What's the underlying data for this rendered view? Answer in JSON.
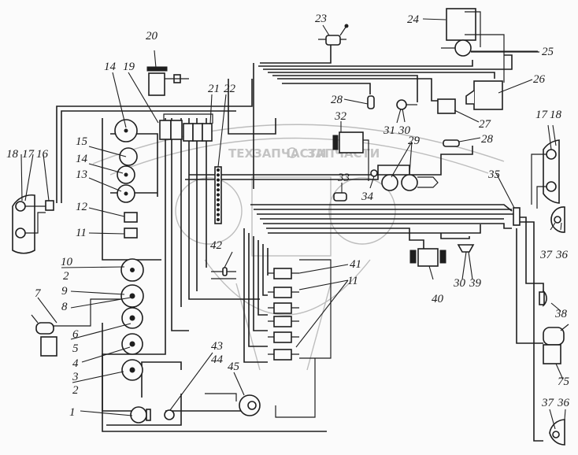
{
  "diagram": {
    "type": "electrical-wiring-schematic",
    "watermark": {
      "logo_text": "ЗПФ",
      "text_left": "ТЕХЗАПЧАСТИ",
      "text_right": "ЗАПЧАСТИ",
      "gear_icon": "gear-icon"
    },
    "callouts": [
      {
        "id": "c1",
        "text": "1"
      },
      {
        "id": "c2a",
        "text": "2"
      },
      {
        "id": "c2b",
        "text": "2"
      },
      {
        "id": "c3",
        "text": "3"
      },
      {
        "id": "c4",
        "text": "4"
      },
      {
        "id": "c5",
        "text": "5"
      },
      {
        "id": "c6",
        "text": "6"
      },
      {
        "id": "c7",
        "text": "7"
      },
      {
        "id": "c8",
        "text": "8"
      },
      {
        "id": "c9",
        "text": "9"
      },
      {
        "id": "c10",
        "text": "10"
      },
      {
        "id": "c11a",
        "text": "11"
      },
      {
        "id": "c11b",
        "text": "11"
      },
      {
        "id": "c12",
        "text": "12"
      },
      {
        "id": "c13",
        "text": "13"
      },
      {
        "id": "c14a",
        "text": "14"
      },
      {
        "id": "c14b",
        "text": "14"
      },
      {
        "id": "c15",
        "text": "15"
      },
      {
        "id": "c16",
        "text": "16"
      },
      {
        "id": "c17a",
        "text": "17"
      },
      {
        "id": "c17b",
        "text": "17"
      },
      {
        "id": "c18a",
        "text": "18"
      },
      {
        "id": "c18b",
        "text": "18"
      },
      {
        "id": "c19",
        "text": "19"
      },
      {
        "id": "c20",
        "text": "20"
      },
      {
        "id": "c21",
        "text": "21"
      },
      {
        "id": "c22",
        "text": "22"
      },
      {
        "id": "c23",
        "text": "23"
      },
      {
        "id": "c24",
        "text": "24"
      },
      {
        "id": "c25",
        "text": "25"
      },
      {
        "id": "c26",
        "text": "26"
      },
      {
        "id": "c27",
        "text": "27"
      },
      {
        "id": "c28a",
        "text": "28"
      },
      {
        "id": "c28b",
        "text": "28"
      },
      {
        "id": "c29",
        "text": "29"
      },
      {
        "id": "c30a",
        "text": "30"
      },
      {
        "id": "c30b",
        "text": "30"
      },
      {
        "id": "c31",
        "text": "31"
      },
      {
        "id": "c32",
        "text": "32"
      },
      {
        "id": "c33",
        "text": "33"
      },
      {
        "id": "c34",
        "text": "34"
      },
      {
        "id": "c35",
        "text": "35"
      },
      {
        "id": "c36a",
        "text": "36"
      },
      {
        "id": "c36b",
        "text": "36"
      },
      {
        "id": "c37a",
        "text": "37"
      },
      {
        "id": "c37b",
        "text": "37"
      },
      {
        "id": "c38",
        "text": "38"
      },
      {
        "id": "c39",
        "text": "39"
      },
      {
        "id": "c40",
        "text": "40"
      },
      {
        "id": "c41",
        "text": "41"
      },
      {
        "id": "c42",
        "text": "42"
      },
      {
        "id": "c43",
        "text": "43"
      },
      {
        "id": "c44",
        "text": "44"
      },
      {
        "id": "c45",
        "text": "45"
      },
      {
        "id": "c75",
        "text": "75"
      }
    ]
  }
}
